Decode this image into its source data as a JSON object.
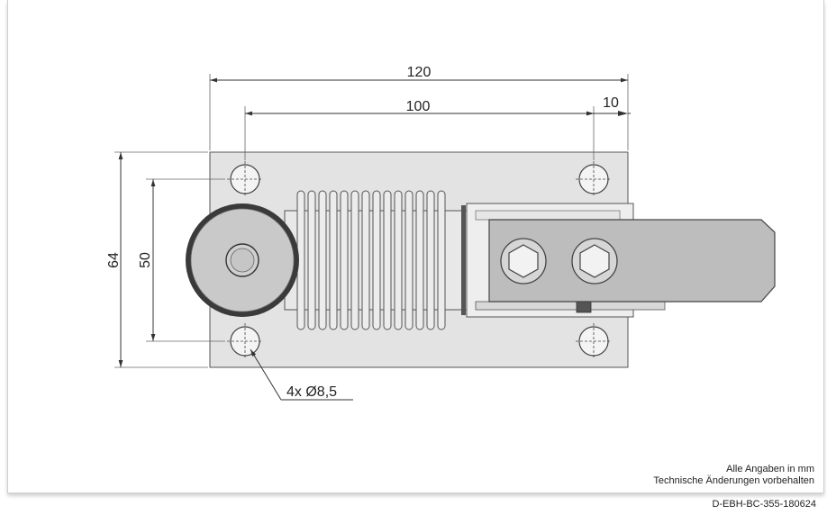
{
  "dimensions": {
    "overall_length": "120",
    "hole_spacing_length": "100",
    "hole_offset": "10",
    "overall_width": "64",
    "hole_spacing_width": "50",
    "hole_callout": "4x Ø8,5"
  },
  "notes": {
    "line1": "Alle Angaben in mm",
    "line2": "Technische Änderungen vorbehalten"
  },
  "document_id": "D-EBH-BC-355-180624",
  "colors": {
    "plate": "#e3e3e3",
    "outline": "#555555",
    "bar": "#bdbdbd",
    "ring": "#3a3a3a"
  }
}
